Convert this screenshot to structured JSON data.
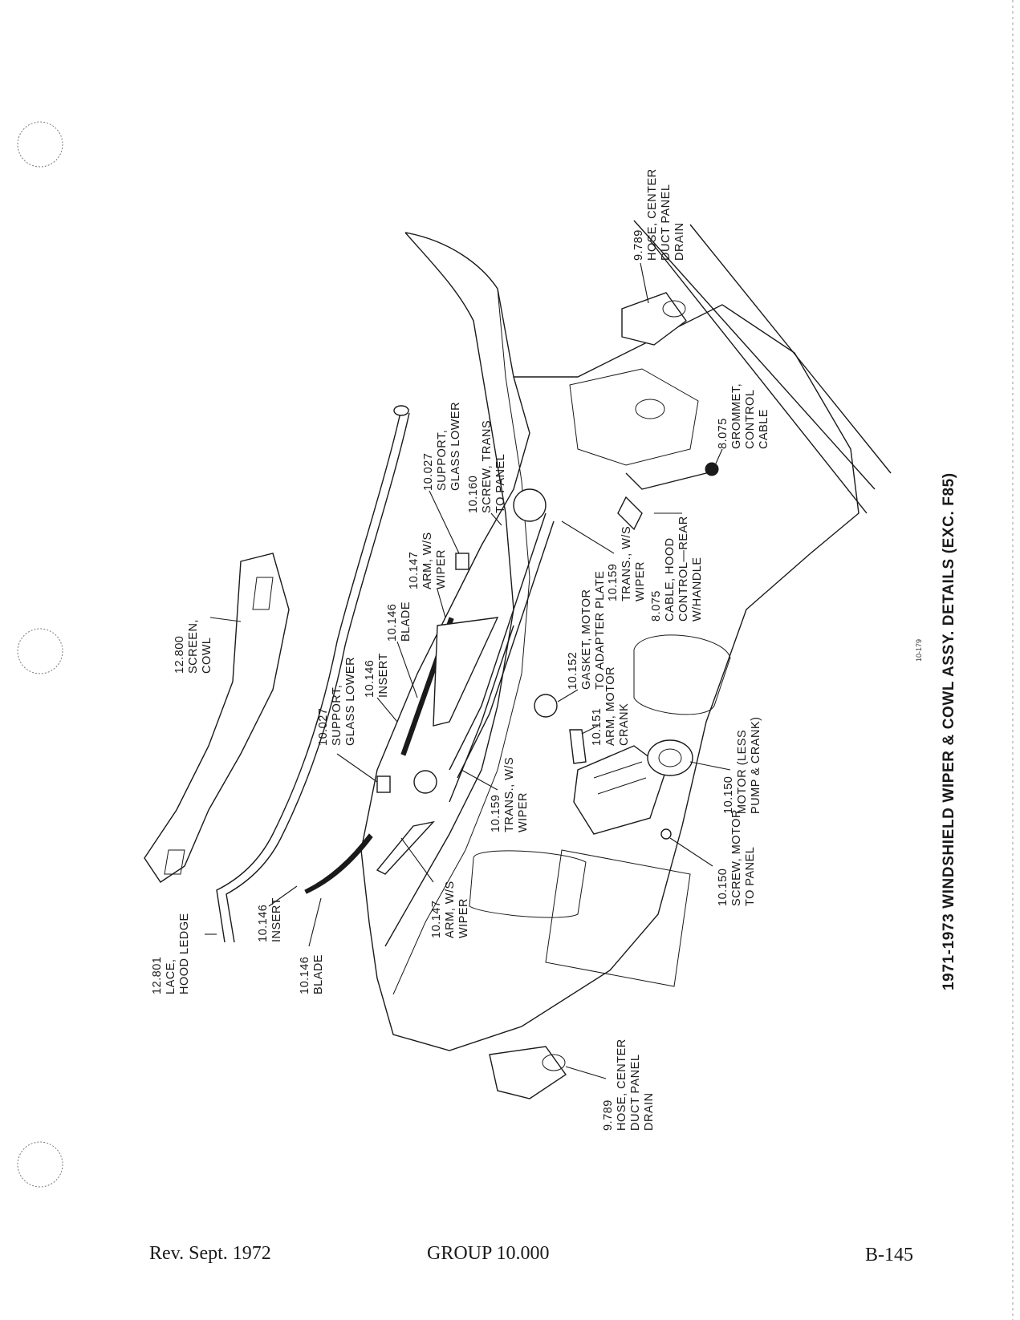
{
  "figure": {
    "title": "1971-1973 WINDSHIELD WIPER & COWL ASSY. DETAILS (EXC. F85)",
    "figure_number": "10-179"
  },
  "callouts": [
    {
      "id": "c1",
      "number": "9.789",
      "lines": [
        "HOSE, CENTER",
        "DUCT PANEL",
        "DRAIN"
      ]
    },
    {
      "id": "c2",
      "number": "8.075",
      "lines": [
        "GROMMET,",
        "CONTROL",
        "CABLE"
      ]
    },
    {
      "id": "c3",
      "number": "10.027",
      "lines": [
        "SUPPORT,",
        "GLASS LOWER"
      ]
    },
    {
      "id": "c4",
      "number": "10.160",
      "lines": [
        "SCREW, TRANS.",
        "TO PANEL"
      ]
    },
    {
      "id": "c5",
      "number": "10.147",
      "lines": [
        "ARM, W/S",
        "WIPER"
      ]
    },
    {
      "id": "c6",
      "number": "10.146",
      "lines": [
        "BLADE"
      ]
    },
    {
      "id": "c7",
      "number": "10.146",
      "lines": [
        "INSERT"
      ]
    },
    {
      "id": "c8",
      "number": "12.800",
      "lines": [
        "SCREEN,",
        "COWL"
      ]
    },
    {
      "id": "c9",
      "number": "10.027",
      "lines": [
        "SUPPORT,",
        "GLASS LOWER"
      ]
    },
    {
      "id": "c10",
      "number": "10.152",
      "lines": [
        "GASKET, MOTOR",
        "TO ADAPTER PLATE"
      ]
    },
    {
      "id": "c11",
      "number": "10.159",
      "lines": [
        "TRANS., W/S",
        "WIPER"
      ]
    },
    {
      "id": "c12",
      "number": "8.075",
      "lines": [
        "CABLE, HOOD",
        "CONTROL—REAR",
        "W/HANDLE"
      ]
    },
    {
      "id": "c13",
      "number": "10.151",
      "lines": [
        "ARM, MOTOR",
        "CRANK"
      ]
    },
    {
      "id": "c14",
      "number": "10.150",
      "lines": [
        "MOTOR (LESS",
        "PUMP & CRANK)"
      ]
    },
    {
      "id": "c15",
      "number": "10.159",
      "lines": [
        "TRANS., W/S",
        "WIPER"
      ]
    },
    {
      "id": "c16",
      "number": "10.150",
      "lines": [
        "SCREW, MOTOR",
        "TO PANEL"
      ]
    },
    {
      "id": "c17",
      "number": "10.147",
      "lines": [
        "ARM, W/S",
        "WIPER"
      ]
    },
    {
      "id": "c18",
      "number": "10.146",
      "lines": [
        "INSERT"
      ]
    },
    {
      "id": "c19",
      "number": "10.146",
      "lines": [
        "BLADE"
      ]
    },
    {
      "id": "c20",
      "number": "12.801",
      "lines": [
        "LACE,",
        "HOOD LEDGE"
      ]
    },
    {
      "id": "c21",
      "number": "9.789",
      "lines": [
        "HOSE, CENTER",
        "DUCT PANEL",
        "DRAIN"
      ]
    }
  ],
  "footer": {
    "revision": "Rev. Sept. 1972",
    "group": "GROUP 10.000",
    "page": "B-145"
  }
}
